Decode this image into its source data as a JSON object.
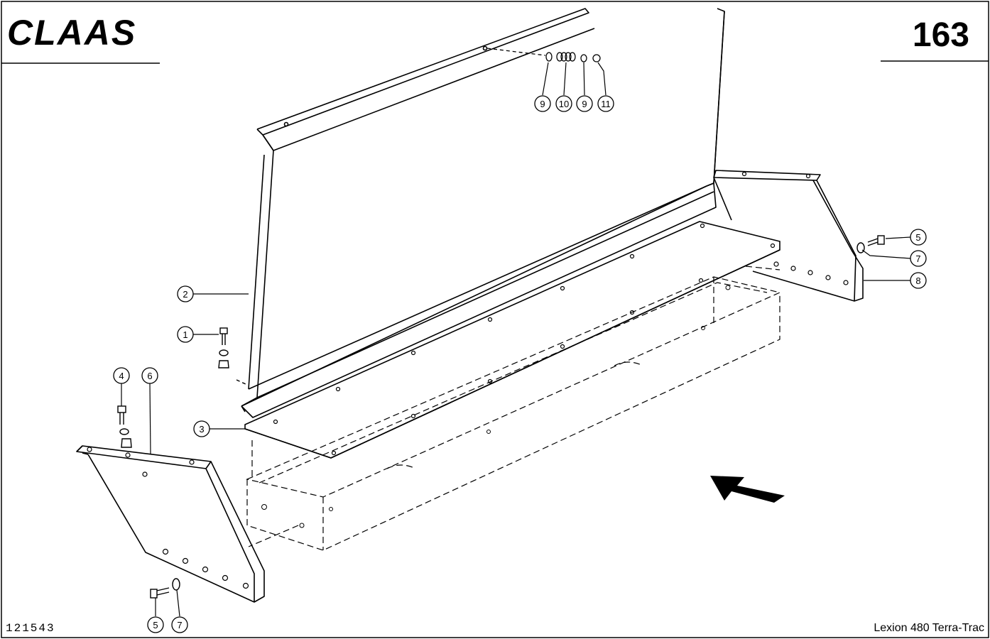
{
  "header": {
    "brand": "CLAAS",
    "page_number": "163"
  },
  "footer": {
    "drawing_number": "121543",
    "model": "Lexion 480 Terra-Trac"
  },
  "callouts": [
    {
      "id": "c1",
      "label": "1"
    },
    {
      "id": "c2",
      "label": "2"
    },
    {
      "id": "c3",
      "label": "3"
    },
    {
      "id": "c4",
      "label": "4"
    },
    {
      "id": "c5a",
      "label": "5"
    },
    {
      "id": "c5b",
      "label": "5"
    },
    {
      "id": "c6",
      "label": "6"
    },
    {
      "id": "c7a",
      "label": "7"
    },
    {
      "id": "c7b",
      "label": "7"
    },
    {
      "id": "c8",
      "label": "8"
    },
    {
      "id": "c9a",
      "label": "9"
    },
    {
      "id": "c9b",
      "label": "9"
    },
    {
      "id": "c10",
      "label": "10"
    },
    {
      "id": "c11",
      "label": "11"
    }
  ],
  "icons": {
    "direction": "direction-arrow-icon",
    "bolt": "bolt-icon",
    "washer": "washer-icon",
    "nut": "nut-icon"
  }
}
